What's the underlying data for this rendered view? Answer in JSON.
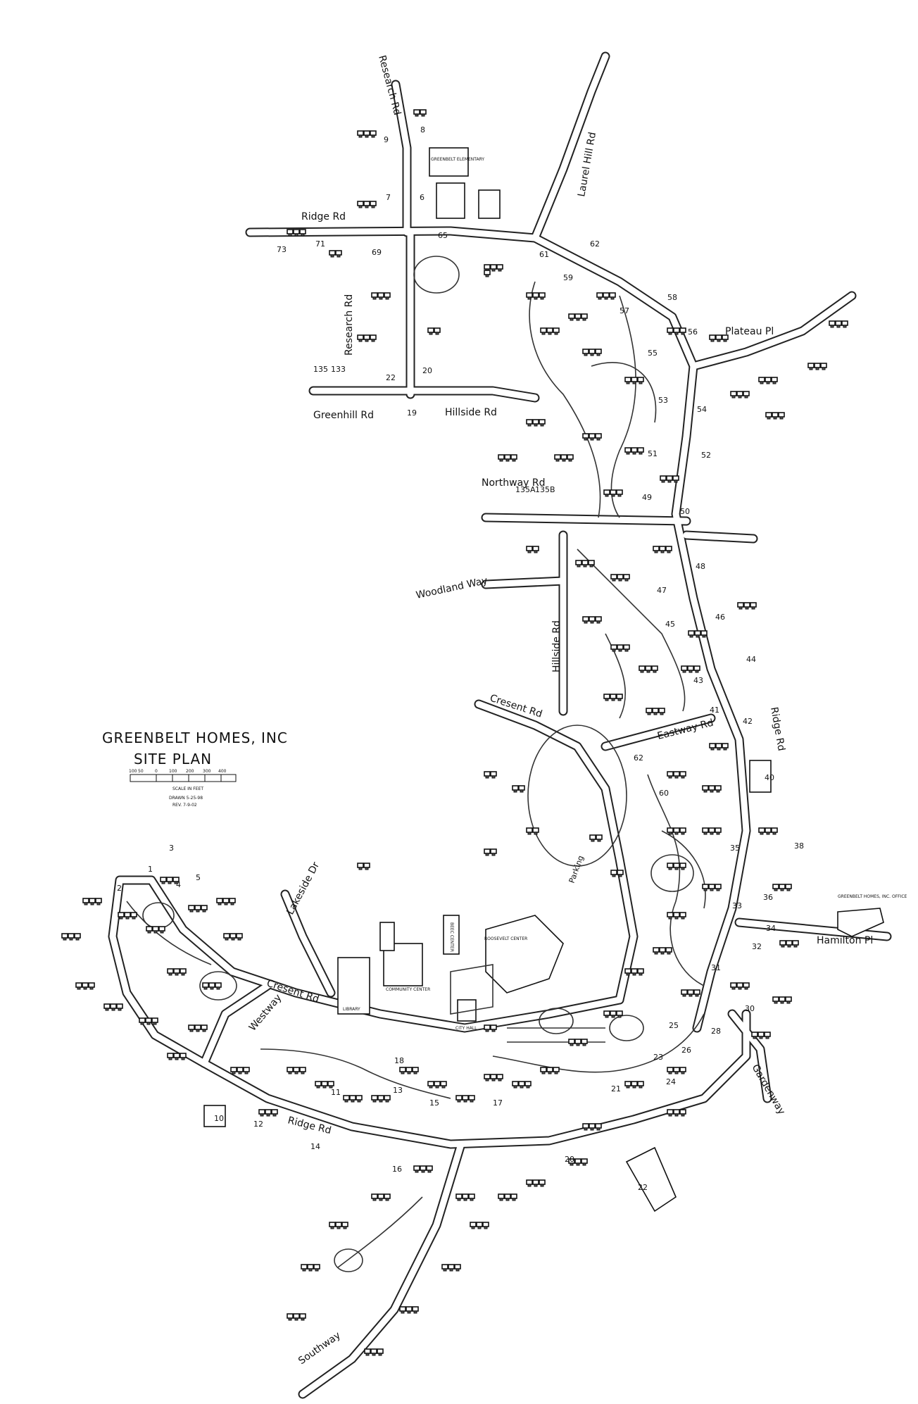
{
  "map": {
    "title_line1": "GREENBELT HOMES, INC",
    "title_line2": "SITE PLAN",
    "scale": {
      "ticks": [
        "100",
        "50",
        "0",
        "100",
        "200",
        "300",
        "400"
      ],
      "caption": "SCALE IN FEET",
      "drawn": "DRAWN 5-25-98",
      "rev": "REV. 7-9-02"
    },
    "streets": {
      "research_rd_top": "Research Rd",
      "ridge_rd_top": "Ridge Rd",
      "research_rd_mid": "Research Rd",
      "greenhill_rd": "Greenhill Rd",
      "hillside_rd_top": "Hillside Rd",
      "laurel_hill_rd": "Laurel Hill Rd",
      "plateau_pl": "Plateau Pl",
      "northway_rd": "Northway Rd",
      "woodland_way": "Woodland Way",
      "hillside_rd_mid": "Hillside Rd",
      "cresent_rd_mid": "Cresent Rd",
      "eastway_rd": "Eastway Rd",
      "ridge_rd_east": "Ridge Rd",
      "hamilton_pl": "Hamilton Pl",
      "lakeside_dr": "Lakeside Dr",
      "cresent_rd_west": "Cresent Rd",
      "westway": "Westway",
      "ridge_rd_south": "Ridge Rd",
      "gardenway": "Gardenway",
      "southway": "Southway",
      "parking": "Parking"
    },
    "facilities": {
      "greenbelt_elementary": "GREENBELT ELEMENTARY",
      "library": "LIBRARY",
      "community_center": "COMMUNITY CENTER",
      "roosevelt_center": "ROOSEVELT CENTER",
      "city_hall": "CITY HALL",
      "beltsville_center": "BEEC CENTER",
      "ghi_office": "GREENBELT HOMES, INC. OFFICE"
    },
    "lot_numbers": {
      "n135": "135",
      "n133": "133",
      "n19": "19",
      "n20": "20",
      "n22": "22",
      "n69": "69",
      "n71": "71",
      "n73": "73",
      "n65": "65",
      "n9a": "9",
      "n8a": "8",
      "n7a": "7",
      "n6a": "6",
      "n61": "61",
      "n62": "62",
      "n59": "59",
      "n58": "58",
      "n57": "57",
      "n56": "56",
      "n55": "55",
      "n53": "53",
      "n54": "54",
      "n52": "52",
      "n51": "51",
      "n50": "50",
      "n49": "49",
      "n48": "48",
      "n47": "47",
      "n46": "46",
      "n45": "45",
      "n44": "44",
      "n43": "43",
      "n42": "42",
      "n41": "41",
      "n40": "40",
      "n38": "38",
      "n36": "36",
      "n35": "35",
      "n34": "34",
      "n33": "33",
      "n32": "32",
      "n31": "31",
      "n30": "30",
      "n28": "28",
      "n26": "26",
      "n25": "25",
      "n24": "24",
      "n23": "23",
      "n22b": "22",
      "n21": "21",
      "n20b": "20",
      "n16": "16",
      "n15": "15",
      "n14": "14",
      "n13": "13",
      "n12": "12",
      "n11": "11",
      "n10": "10",
      "n135a": "135A",
      "n135b": "135B",
      "n60": "60",
      "n62b": "62",
      "n17": "17",
      "n18": "18",
      "n1": "1",
      "n2": "2",
      "n3": "3",
      "n4": "4",
      "n5": "5"
    }
  }
}
